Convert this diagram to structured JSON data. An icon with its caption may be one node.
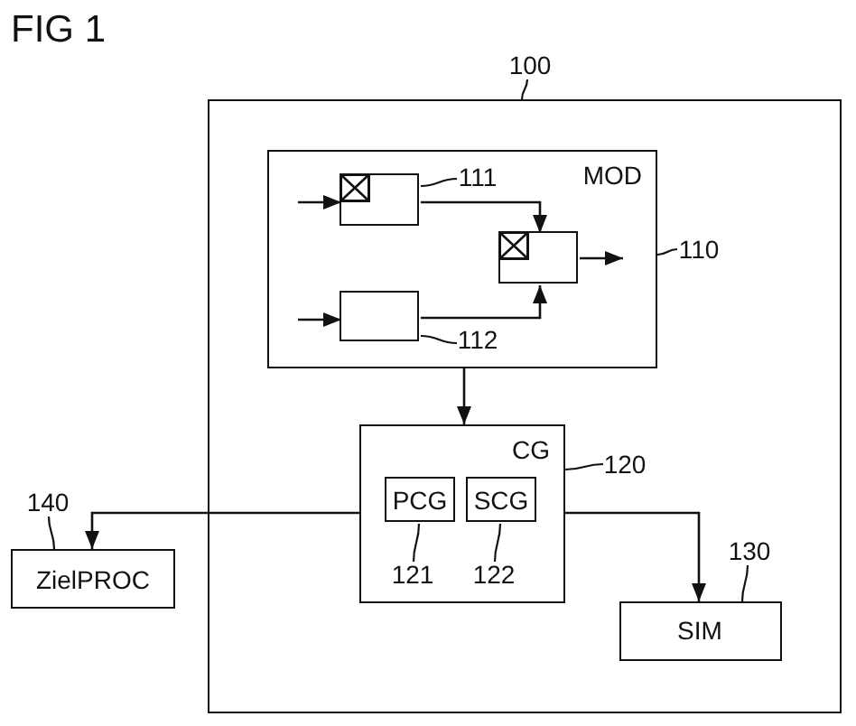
{
  "diagram": {
    "title": "FIG 1",
    "nodes": [
      {
        "text": [],
        "shape": "box"
      },
      {
        "text": [
          "MOD"
        ],
        "in": 0
      },
      {
        "text": [],
        "shape": "box",
        "in": 1
      },
      {
        "text": [],
        "shape": "box",
        "in": 1
      },
      {
        "text": [],
        "shape": "box",
        "in": 1
      },
      {
        "text": [
          "CG"
        ],
        "in": 0
      },
      {
        "text": [
          "PCG"
        ],
        "in": 5
      },
      {
        "text": [
          "SCG"
        ],
        "in": 5
      },
      {
        "text": [
          "ZielPROC"
        ]
      },
      {
        "text": [
          "SIM"
        ],
        "in": 0
      },
      {
        "text": [
          "100"
        ]
      },
      {
        "text": [
          "110"
        ],
        "in": 0
      },
      {
        "text": [
          "111"
        ],
        "in": 1
      },
      {
        "text": [
          "112"
        ],
        "in": 1
      },
      {
        "text": [
          "120"
        ],
        "in": 0
      },
      {
        "text": [
          "121"
        ],
        "in": 5
      },
      {
        "text": [
          "122"
        ],
        "in": 5
      },
      {
        "text": [
          "140"
        ]
      },
      {
        "text": [
          "130"
        ],
        "in": 0
      }
    ],
    "edges": [
      {
        "from": null,
        "to": 2,
        "arrow": "to"
      },
      {
        "from": null,
        "to": 4,
        "arrow": "to"
      },
      {
        "from": 2,
        "to": 3,
        "arrow": "to"
      },
      {
        "from": 4,
        "to": 3,
        "arrow": "to"
      },
      {
        "from": 3,
        "to": null,
        "arrow": "to"
      },
      {
        "from": 1,
        "to": 5,
        "arrow": "to"
      },
      {
        "from": 5,
        "to": 8,
        "arrow": "to"
      },
      {
        "from": 5,
        "to": 9,
        "arrow": "to"
      },
      {
        "from": 10,
        "to": 0,
        "arrow": "none"
      },
      {
        "from": 11,
        "to": 1,
        "arrow": "none"
      },
      {
        "from": 12,
        "to": 2,
        "arrow": "none"
      },
      {
        "from": 13,
        "to": 4,
        "arrow": "none"
      },
      {
        "from": 14,
        "to": 5,
        "arrow": "none"
      },
      {
        "from": 15,
        "to": 6,
        "arrow": "none"
      },
      {
        "from": 16,
        "to": 7,
        "arrow": "none"
      },
      {
        "from": 17,
        "to": 8,
        "arrow": "none"
      },
      {
        "from": 18,
        "to": 9,
        "arrow": "none"
      }
    ]
  }
}
